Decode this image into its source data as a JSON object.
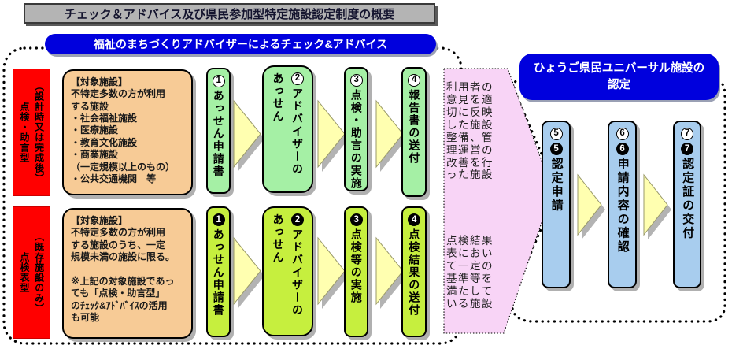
{
  "page": {
    "title": "チェック＆アドバイス及び県民参加型特定施設認定制度の概要"
  },
  "advisor_section": {
    "title": "福祉のまちづくりアドバイザーによるチェック&アドバイス",
    "rows": [
      {
        "type_label": "（設計時又は完成後）\n点検・助言型",
        "target": {
          "heading": "【対象施設】",
          "body": "不特定多数の方が利用\nする施設\n・社会福祉施設\n・医療施設\n・教育文化施設\n・商業施設\n（一定規模以上のもの）\n・公共交通機関　等"
        },
        "steps": [
          {
            "num": "1",
            "label": "あっせん申請書"
          },
          {
            "num": "2",
            "label": "アドバイザーの\nあっせん"
          },
          {
            "num": "3",
            "label": "点検・助言の実施"
          },
          {
            "num": "4",
            "label": "報告書の送付"
          }
        ]
      },
      {
        "type_label": "（既存施設のみ）\n点検表型",
        "target": {
          "heading": "【対象施設】",
          "body": "不特定多数の方が利用\nする施設のうち、一定\n規模未満の施設に限る。\n\n※上記の対象施設であっ\nても「点検・助言型」\nのﾁｪｯｸ&ｱﾄﾞﾊﾞｲｽの活用\nも可能"
        },
        "steps": [
          {
            "num": "1",
            "label": "あっせん申請書"
          },
          {
            "num": "2",
            "label": "アドバイザーの\nあっせん"
          },
          {
            "num": "3",
            "label": "点検等の実施"
          },
          {
            "num": "4",
            "label": "点検結果の送付"
          }
        ]
      }
    ]
  },
  "bridge": {
    "top_text": "利用者の意見を適切に反映した施設整備、管理運営の改善を行った施設",
    "bottom_text": "点検結果表において一定の基準等を満たしている施設"
  },
  "certification_section": {
    "title": "ひょうご県民ユニバーサル施設の\n認定",
    "steps": [
      {
        "num": "5",
        "label": "認定申請"
      },
      {
        "num": "6",
        "label": "申請内容の確認"
      },
      {
        "num": "7",
        "label": "認定証の交付"
      }
    ]
  },
  "colors": {
    "header_bg": "#b4b4b4",
    "accent_blue": "#0000dd",
    "type_red": "#ff0000",
    "target_panel": "#f7cb96",
    "step_green": "#a5f0a5",
    "step_yellow_green": "#c6ef3e",
    "step_blue": "#a8cdee",
    "arrow_yellow": "#ffffb0",
    "bridge_pink": "#f8d4f6"
  }
}
